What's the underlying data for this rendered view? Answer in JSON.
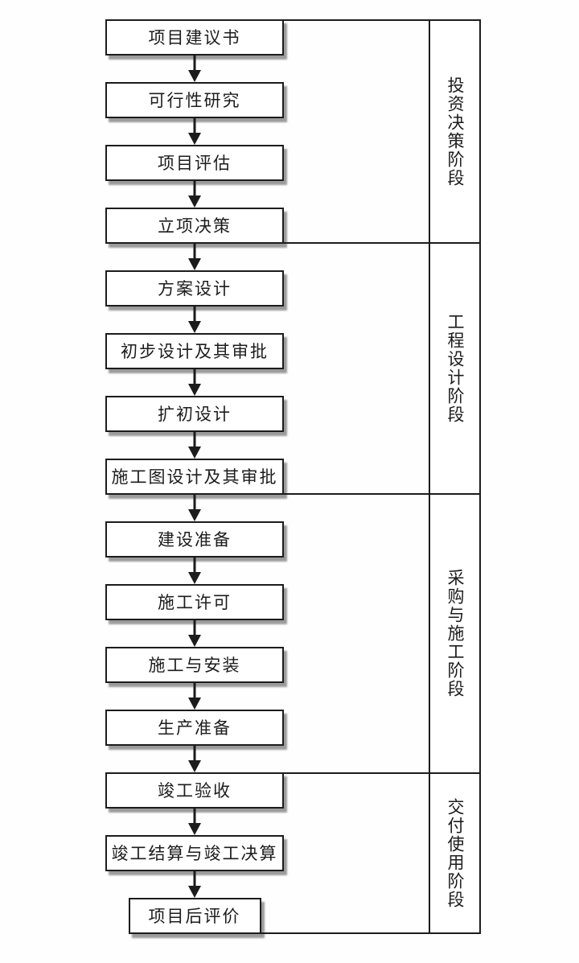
{
  "palette": {
    "ink": "#1c1c1c",
    "box_fill": "#ffffff",
    "box_shadow": "#9b9b9b",
    "background": "#fefefe"
  },
  "flow": {
    "steps": [
      "项目建议书",
      "可行性研究",
      "项目评估",
      "立项决策",
      "方案设计",
      "初步设计及其审批",
      "扩初设计",
      "施工图设计及其审批",
      "建设准备",
      "施工许可",
      "施工与安装",
      "生产准备",
      "竣工验收",
      "竣工结算与竣工决算",
      "项目后评价"
    ],
    "phases": [
      "投资决策阶段",
      "工程设计阶段",
      "采购与施工阶段",
      "交付使用阶段"
    ]
  }
}
